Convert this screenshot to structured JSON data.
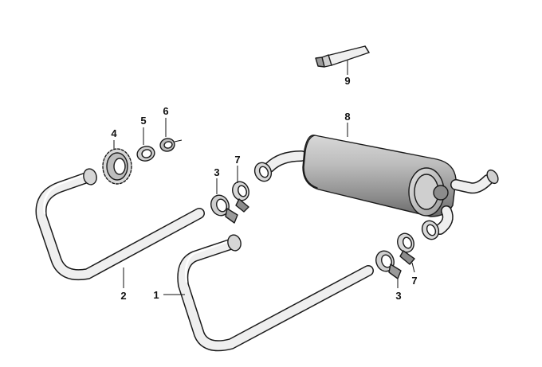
{
  "diagram": {
    "callouts": {
      "c1": "1",
      "c2": "2",
      "c3a": "3",
      "c3b": "3",
      "c4": "4",
      "c5": "5",
      "c6": "6",
      "c7a": "7",
      "c7b": "7",
      "c8": "8",
      "c9": "9"
    }
  },
  "colors": {
    "line": "#1a1a1a",
    "fill_light": "#efefef",
    "fill_mid": "#cfcfcf",
    "fill_dark": "#8c8c8c"
  },
  "icons": [
    "exhaust-pipe",
    "muffler",
    "pipe-clamp",
    "tube-of-paste",
    "gear-washer",
    "sealing-ring"
  ]
}
